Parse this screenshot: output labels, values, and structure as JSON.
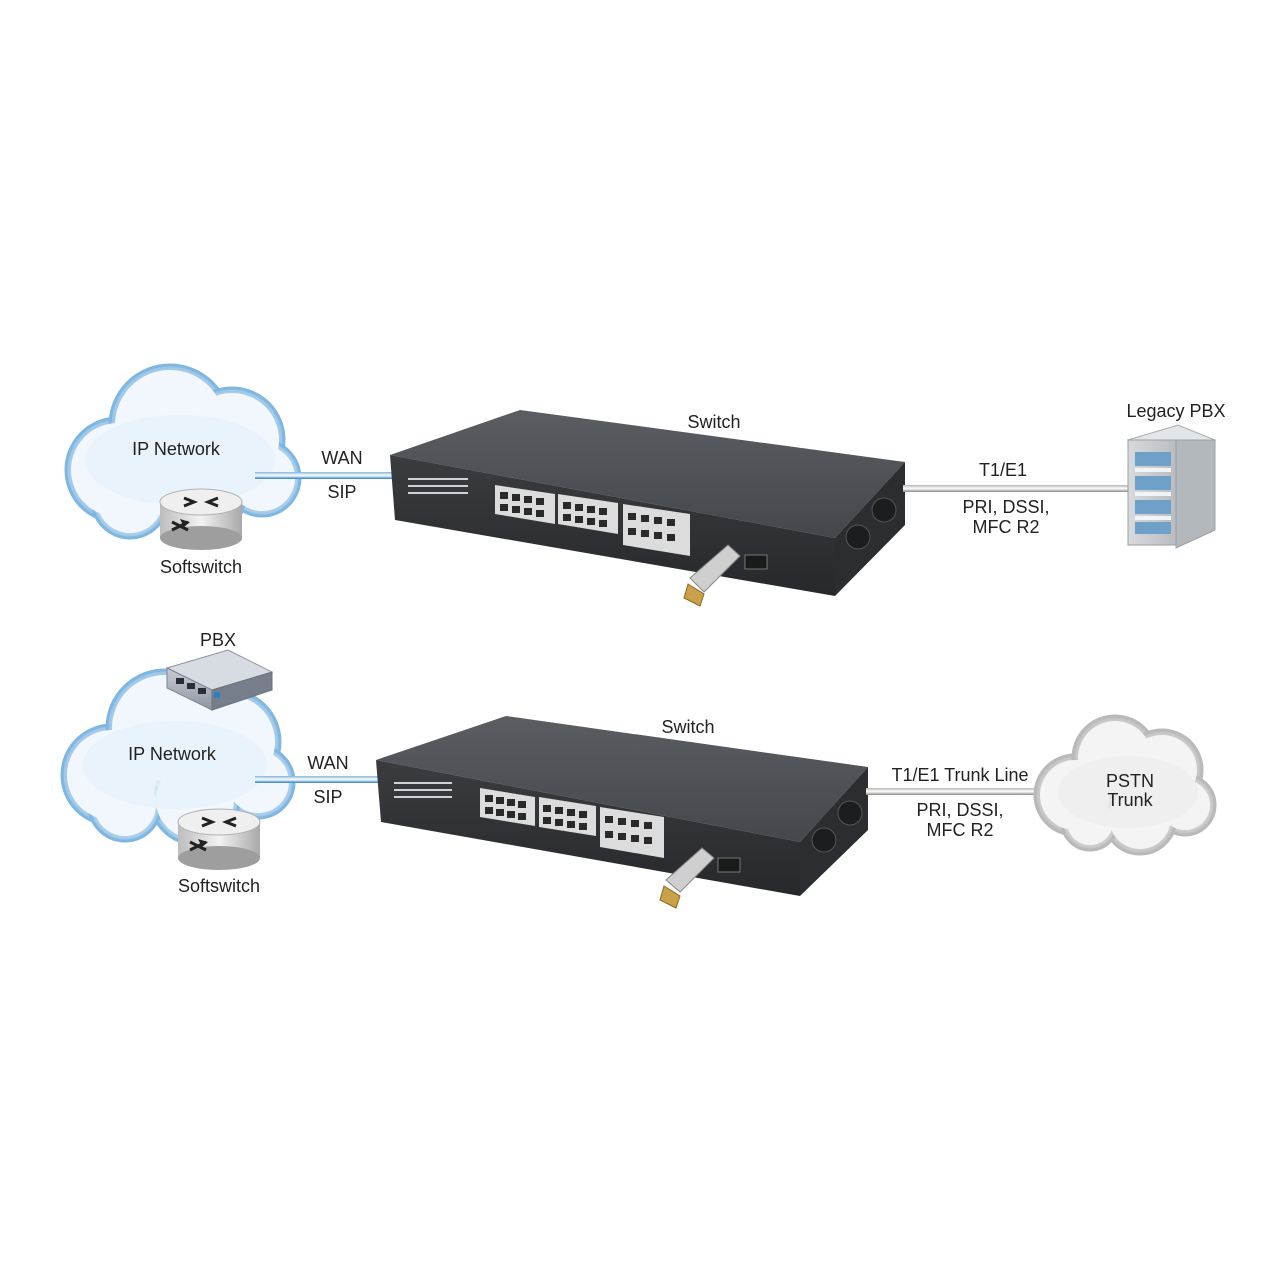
{
  "top": {
    "cloud_label": "IP Network",
    "softswitch_label": "Softswitch",
    "wan_label": "WAN",
    "sip_label": "SIP",
    "switch_label": "Switch",
    "link_label": "T1/E1",
    "protocol_line1": "PRI, DSSI,",
    "protocol_line2": "MFC R2",
    "endpoint_label": "Legacy PBX"
  },
  "bottom": {
    "pbx_label": "PBX",
    "cloud_label": "IP Network",
    "softswitch_label": "Softswitch",
    "wan_label": "WAN",
    "sip_label": "SIP",
    "switch_label": "Switch",
    "link_label": "T1/E1 Trunk Line",
    "protocol_line1": "PRI, DSSI,",
    "protocol_line2": "MFC R2",
    "pstn_line1": "PSTN",
    "pstn_line2": "Trunk"
  },
  "colors": {
    "ip_cloud": "#7fb6e2",
    "ip_cloud_highlight": "#eef6fc",
    "pstn_cloud": "#b9b9b9",
    "switch_body": "#3f4246",
    "wan_link": "#2f7fc1",
    "trunk_link": "#9a9a9a",
    "sfp_connector": "#c9a14a"
  }
}
